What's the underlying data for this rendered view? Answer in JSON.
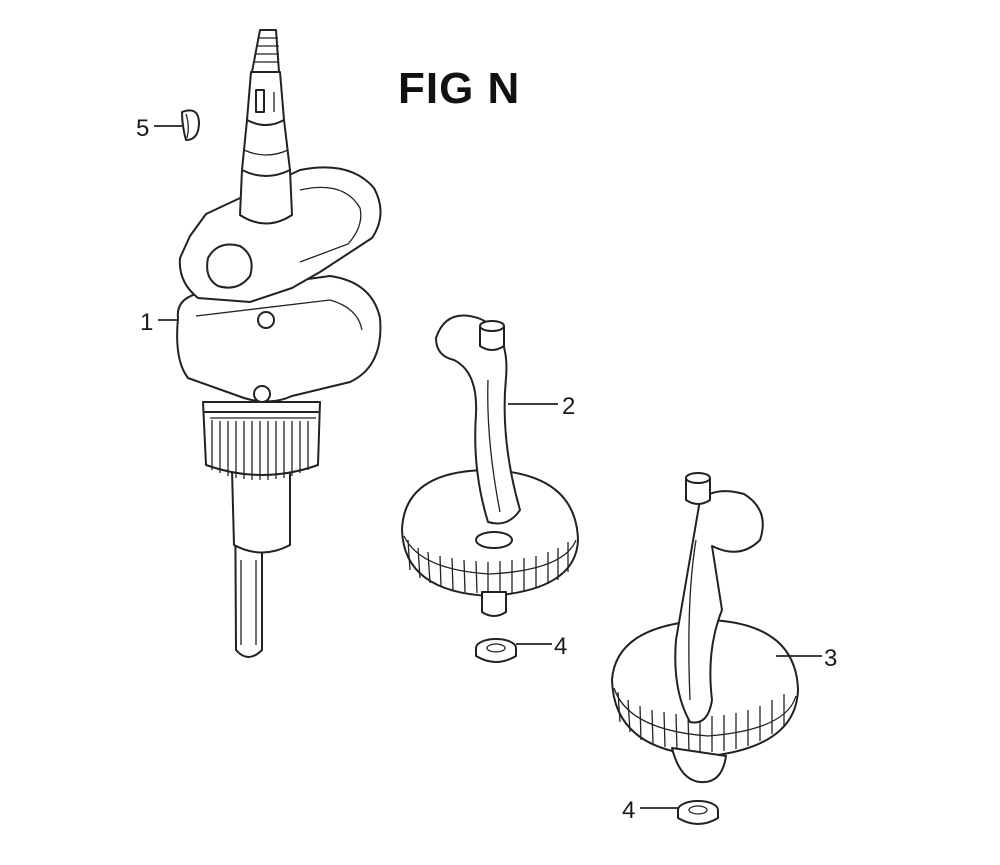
{
  "figure": {
    "title": "FIG N"
  },
  "callouts": {
    "c1": "1",
    "c2": "2",
    "c3": "3",
    "c4a": "4",
    "c4b": "4",
    "c5": "5"
  },
  "colors": {
    "line": "#222222",
    "background": "#ffffff"
  }
}
